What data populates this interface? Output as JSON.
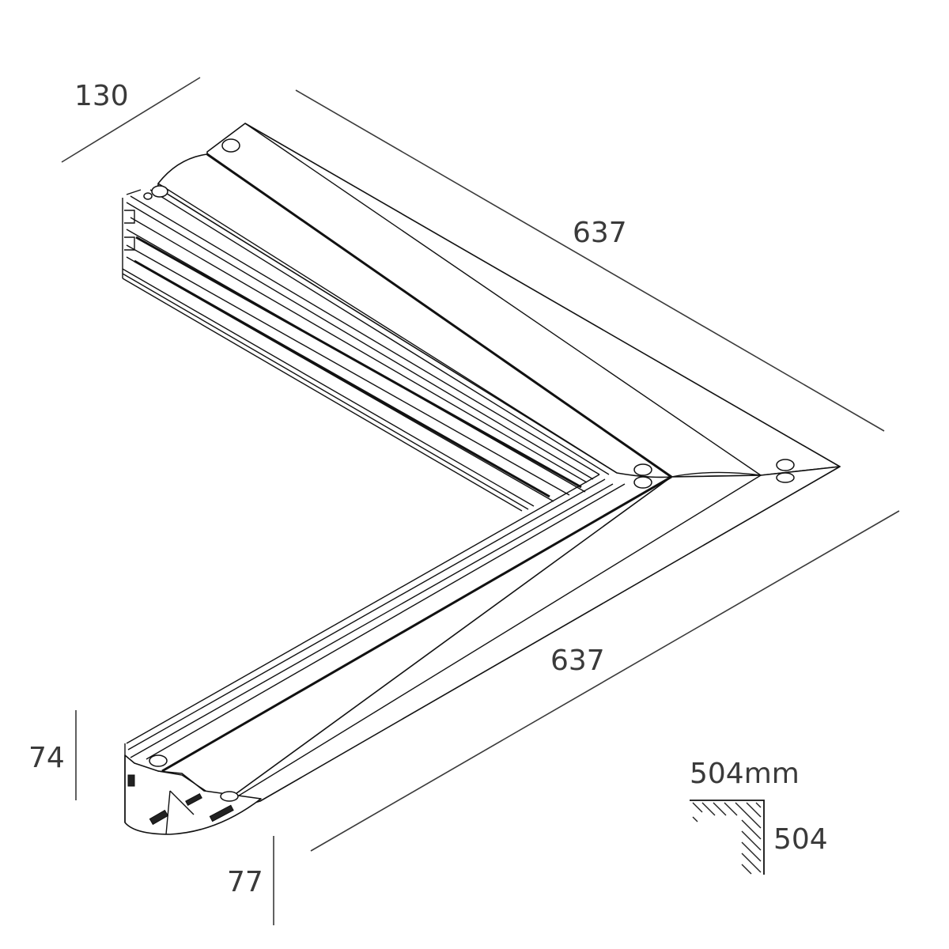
{
  "dimensions": {
    "width_label": "130",
    "length_top_label": "637",
    "length_bottom_label": "637",
    "height_left_label": "74",
    "height_bottom_label": "77"
  },
  "legend": {
    "cutout_label": "504mm",
    "cutout_side_label": "504"
  },
  "colors": {
    "line": "#111111",
    "dimension_text": "#3a3a3a",
    "background": "#ffffff"
  }
}
